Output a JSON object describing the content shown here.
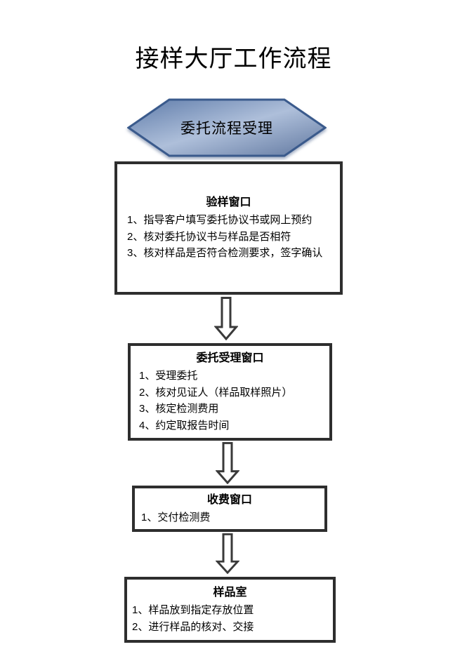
{
  "page": {
    "title": "接样大厅工作流程"
  },
  "flow": {
    "start": {
      "label": "委托流程受理"
    },
    "steps": [
      {
        "title": "验样窗口",
        "items": [
          "1、指导客户填写委托协议书或网上预约",
          "2、核对委托协议书与样品是否相符",
          "3、核对样品是否符合检测要求，签字确认"
        ]
      },
      {
        "title": "委托受理窗口",
        "items": [
          "1、受理委托",
          "2、核对见证人（样品取样照片）",
          "3、核定检测费用",
          "4、约定取报告时间"
        ]
      },
      {
        "title": "收费窗口",
        "items": [
          "1、交付检测费"
        ]
      },
      {
        "title": "样品室",
        "items": [
          "1、样品放到指定存放位置",
          "2、进行样品的核对、交接"
        ]
      }
    ]
  },
  "colors": {
    "page_bg": "#ffffff",
    "text": "#000000",
    "box_border": "#2e2e2e",
    "arrow_stroke": "#3a3a3a",
    "arrow_fill": "#ffffff",
    "hex_border": "#3a5a8c",
    "hex_grad_top_left": "#5f7caa",
    "hex_grad_center": "#aebfda",
    "hex_grad_bottom_right": "#60779f"
  }
}
